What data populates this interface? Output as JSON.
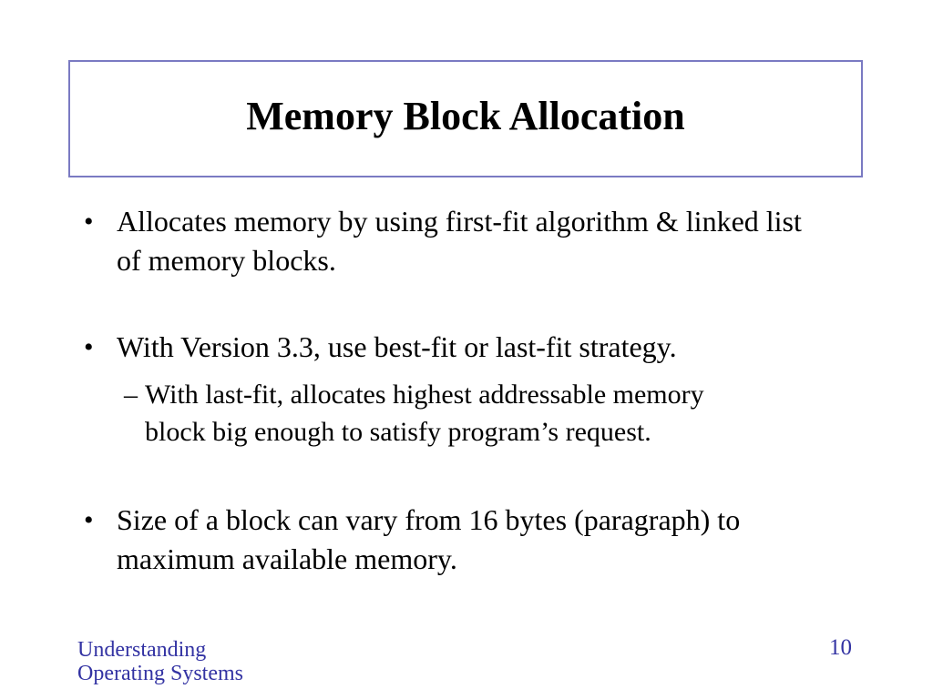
{
  "slide": {
    "title": "Memory Block Allocation",
    "bullets": [
      {
        "level": 1,
        "marker": "•",
        "text": "Allocates memory by using first-fit algorithm & linked list\nof memory blocks."
      },
      {
        "level": 1,
        "marker": "•",
        "text": "With Version 3.3, use best-fit or last-fit strategy."
      },
      {
        "level": 2,
        "marker": "–",
        "text": "With last-fit, allocates highest addressable memory\nblock big enough to satisfy program’s request."
      },
      {
        "level": 1,
        "marker": "•",
        "text": "Size of a block can vary from 16 bytes (paragraph) to\nmaximum available memory."
      }
    ],
    "footer": {
      "book_title_line1": "Understanding",
      "book_title_line2": "Operating Systems",
      "page_number": "10"
    },
    "colors": {
      "background": "#ffffff",
      "title_border": "#7a7ac2",
      "body_text": "#000000",
      "footer_text": "#3333a3"
    }
  }
}
